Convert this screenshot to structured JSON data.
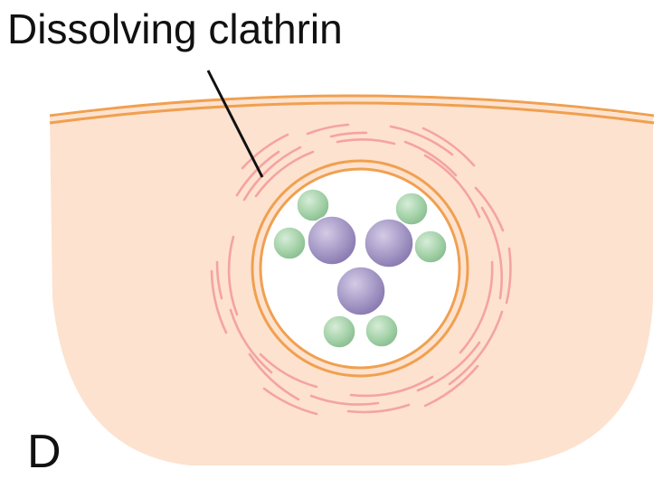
{
  "labels": {
    "caption": "Dissolving clathrin",
    "panel_letter": "D"
  },
  "colors": {
    "cytoplasm": "#fde2cf",
    "membrane": "#f0a050",
    "clathrin": "#f4a3a3",
    "vesicle_interior": "#ffffff",
    "cargo_large": "#a89cc8",
    "cargo_small": "#a8d4ac",
    "pointer": "#111111"
  },
  "icons": {
    "large_particle": "purple-sphere",
    "small_particle": "green-sphere"
  }
}
